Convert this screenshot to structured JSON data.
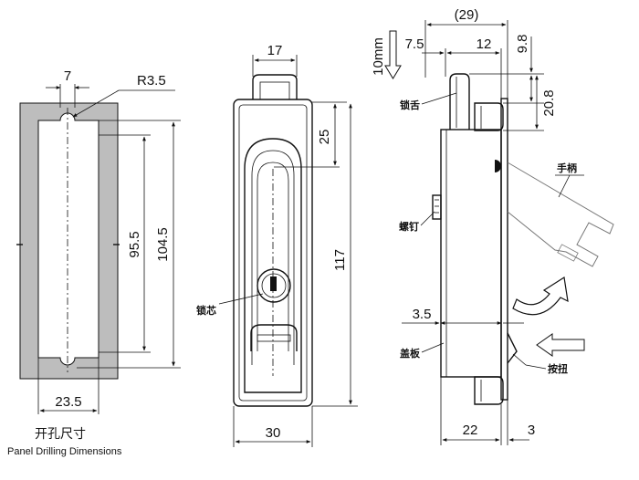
{
  "panel_cutout": {
    "dim_top_width": "7",
    "dim_radius": "R3.5",
    "dim_inner_height": "95.5",
    "dim_total_height": "104.5",
    "dim_bottom_width": "23.5",
    "caption_cn": "开孔尺寸",
    "caption_en": "Panel Drilling Dimensions"
  },
  "front_view": {
    "dim_handle_width": "17",
    "dim_to_handle": "25",
    "dim_height": "117",
    "dim_width": "30",
    "label_lock_core": "锁芯"
  },
  "side_view": {
    "dim_overall": "(29)",
    "dim_travel": "10mm",
    "dim_7_5": "7.5",
    "dim_12": "12",
    "dim_9_8": "9.8",
    "dim_20_8": "20.8",
    "dim_3_5": "3.5",
    "dim_22": "22",
    "dim_3": "3",
    "label_tongue": "锁舌",
    "label_handle": "手柄",
    "label_screw": "螺钉",
    "label_cover": "盖板",
    "label_button": "按扭"
  },
  "colors": {
    "cutout_fill": "#bdbdbd",
    "line": "#111111",
    "arrow_fill": "#ffffff"
  }
}
